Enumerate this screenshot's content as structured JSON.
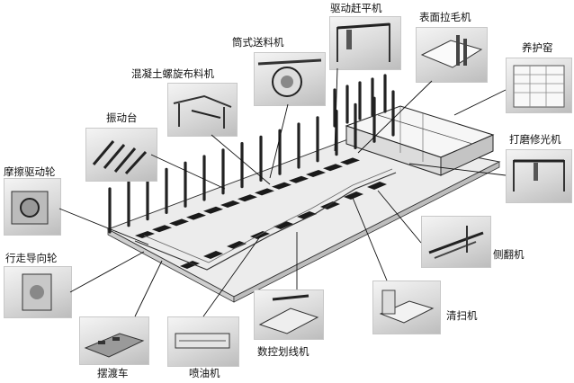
{
  "labels": {
    "drive_leveler": "驱动赶平机",
    "surface_brush": "表面拉毛机",
    "cylinder_feeder": "筒式送料机",
    "curing_kiln": "养护窑",
    "screw_distributor": "混凝土螺旋布料机",
    "vibration_table": "振动台",
    "grinding_finisher": "打磨修光机",
    "friction_wheel": "摩擦驱动轮",
    "guide_wheel": "行走导向轮",
    "side_tilter": "侧翻机",
    "cleaner": "清扫机",
    "ferry_cart": "摆渡车",
    "oil_sprayer": "喷油机",
    "cnc_marker": "数控划线机"
  },
  "colors": {
    "ink": "#111111",
    "platform": "#e9e9e9",
    "pallet": "#1a1a1a",
    "post": "#222222"
  }
}
